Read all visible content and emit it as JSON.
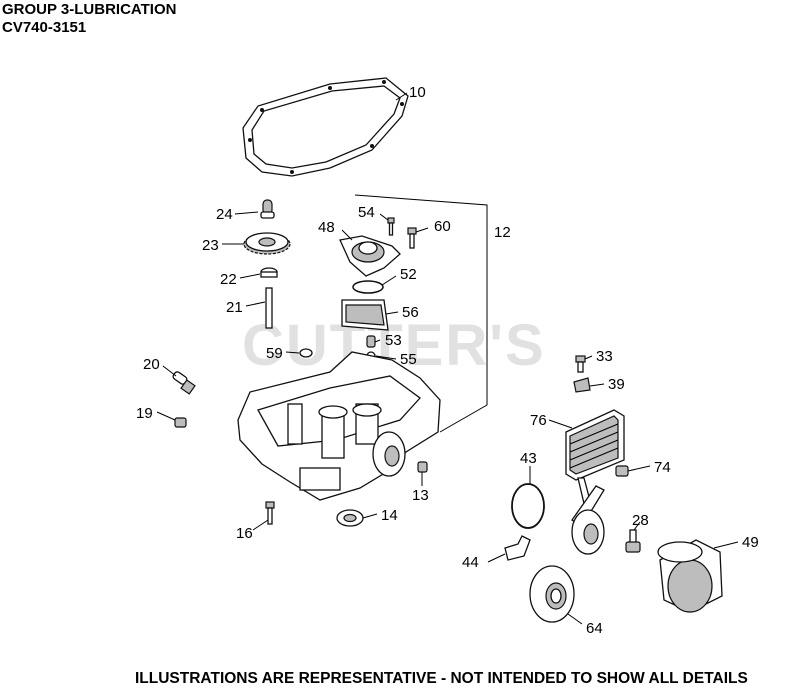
{
  "header": {
    "title": "GROUP 3-LUBRICATION",
    "model": "CV740-3151"
  },
  "footer": "ILLUSTRATIONS ARE REPRESENTATIVE - NOT INTENDED TO SHOW ALL DETAILS",
  "watermark": "CUTTER'S",
  "callouts": [
    "10",
    "12",
    "24",
    "54",
    "60",
    "48",
    "23",
    "22",
    "52",
    "21",
    "56",
    "53",
    "59",
    "55",
    "20",
    "19",
    "33",
    "39",
    "76",
    "74",
    "43",
    "13",
    "14",
    "16",
    "28",
    "49",
    "44",
    "64"
  ]
}
